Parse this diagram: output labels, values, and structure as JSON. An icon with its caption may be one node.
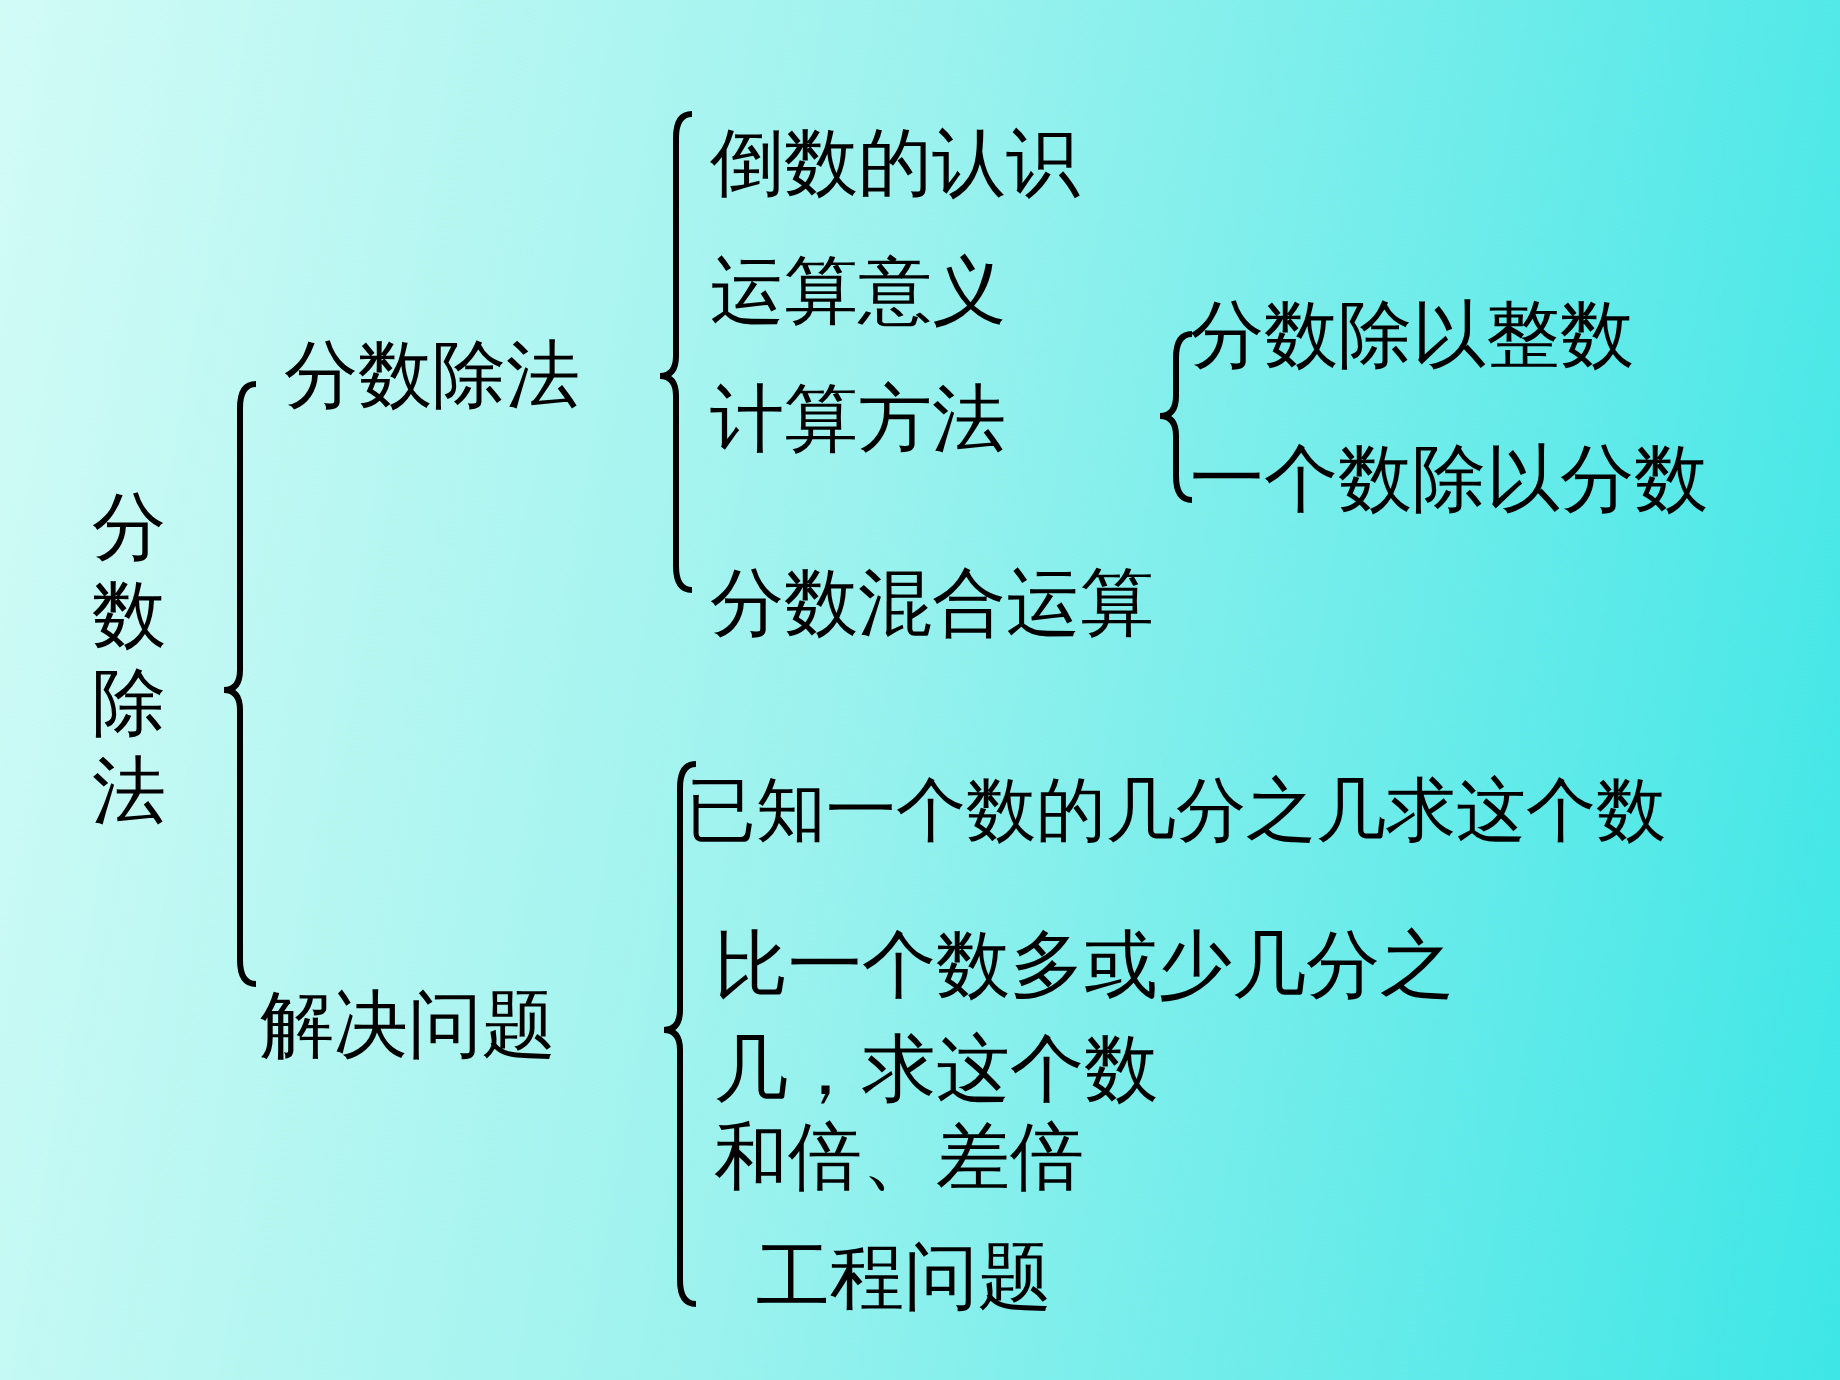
{
  "diagram": {
    "labels": [
      "分数除法",
      "分数除法",
      "倒数的认识",
      "运算意义",
      "计算方法",
      "分数除以整数",
      "一个数除以分数",
      "分数混合运算",
      "解决问题",
      "已知一个数的几分之几求这个数",
      "比一个数多或少几分之几，求这个数",
      "和倍、差倍",
      "工程问题"
    ]
  }
}
